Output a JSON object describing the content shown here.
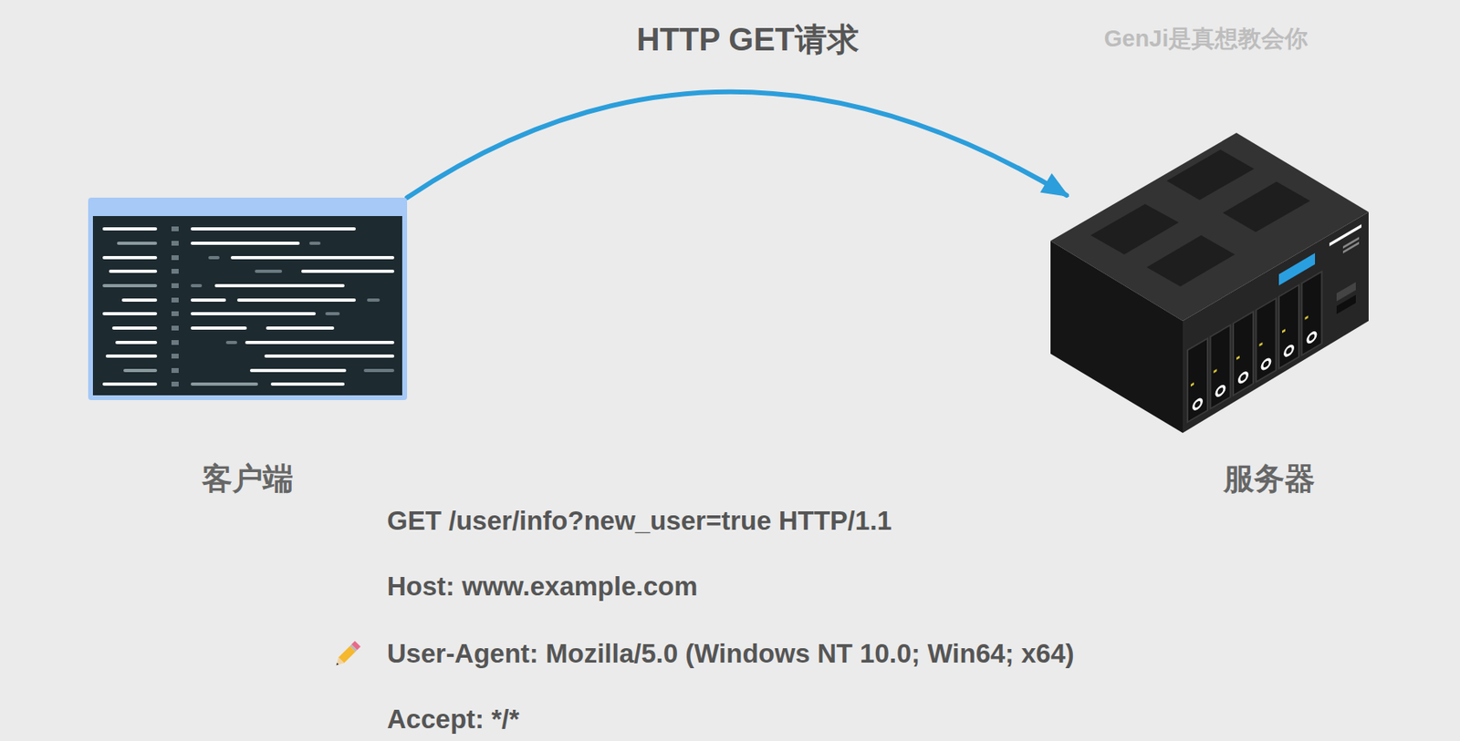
{
  "diagram": {
    "nodes": [
      {
        "text": [
          "客户端"
        ]
      },
      {
        "text": [
          "服务器"
        ]
      }
    ],
    "edges": [
      {
        "from": 0,
        "to": 1,
        "arrow": "to",
        "label": "HTTP GET请求"
      }
    ],
    "labels": [
      "GenJi是真想教会你",
      "GET /user/info?new_user=true HTTP/1.1",
      "Host: www.example.com",
      "User-Agent: Mozilla/5.0 (Windows NT 10.0; Win64; x64)",
      "Accept: */*"
    ]
  }
}
